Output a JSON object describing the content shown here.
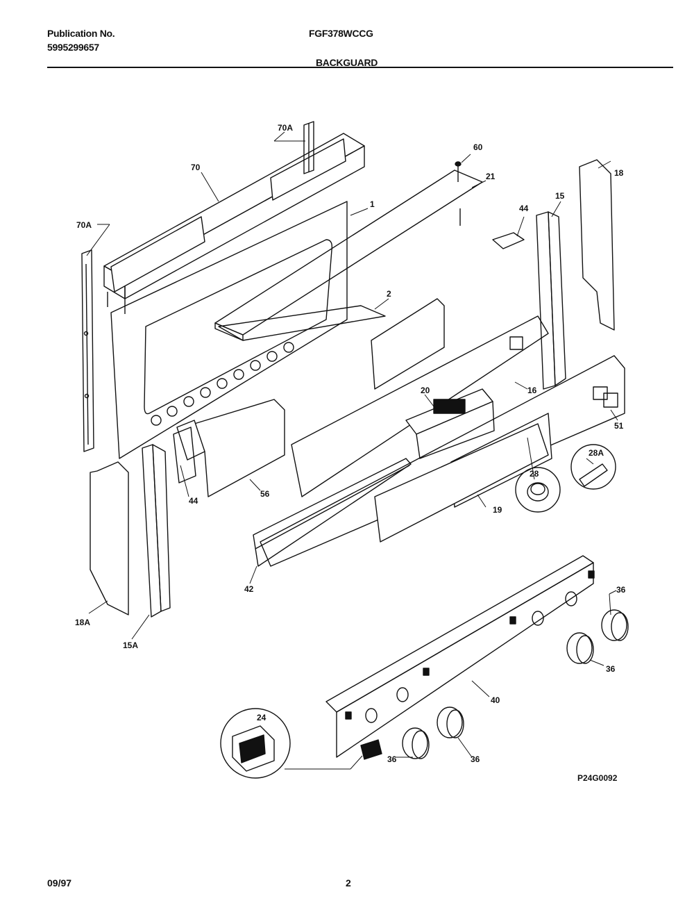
{
  "header": {
    "publication_label": "Publication No.",
    "publication_number": "5995299657",
    "model": "FGF378WCCG",
    "section_title": "BACKGUARD"
  },
  "diagram": {
    "drawing_number": "P24G0092",
    "callouts": {
      "c70A_top": "70A",
      "c70": "70",
      "c70A_left": "70A",
      "c60": "60",
      "c21": "21",
      "c1": "1",
      "c18": "18",
      "c15": "15",
      "c44_right": "44",
      "c2": "2",
      "c16": "16",
      "c20": "20",
      "c51": "51",
      "c28A": "28A",
      "c28": "28",
      "c44_left": "44",
      "c56": "56",
      "c19": "19",
      "c42": "42",
      "c18A": "18A",
      "c15A": "15A",
      "c36_a": "36",
      "c36_b": "36",
      "c40": "40",
      "c24": "24",
      "c36_c": "36",
      "c36_d": "36"
    }
  },
  "footer": {
    "date": "09/97",
    "page_number": "2"
  }
}
